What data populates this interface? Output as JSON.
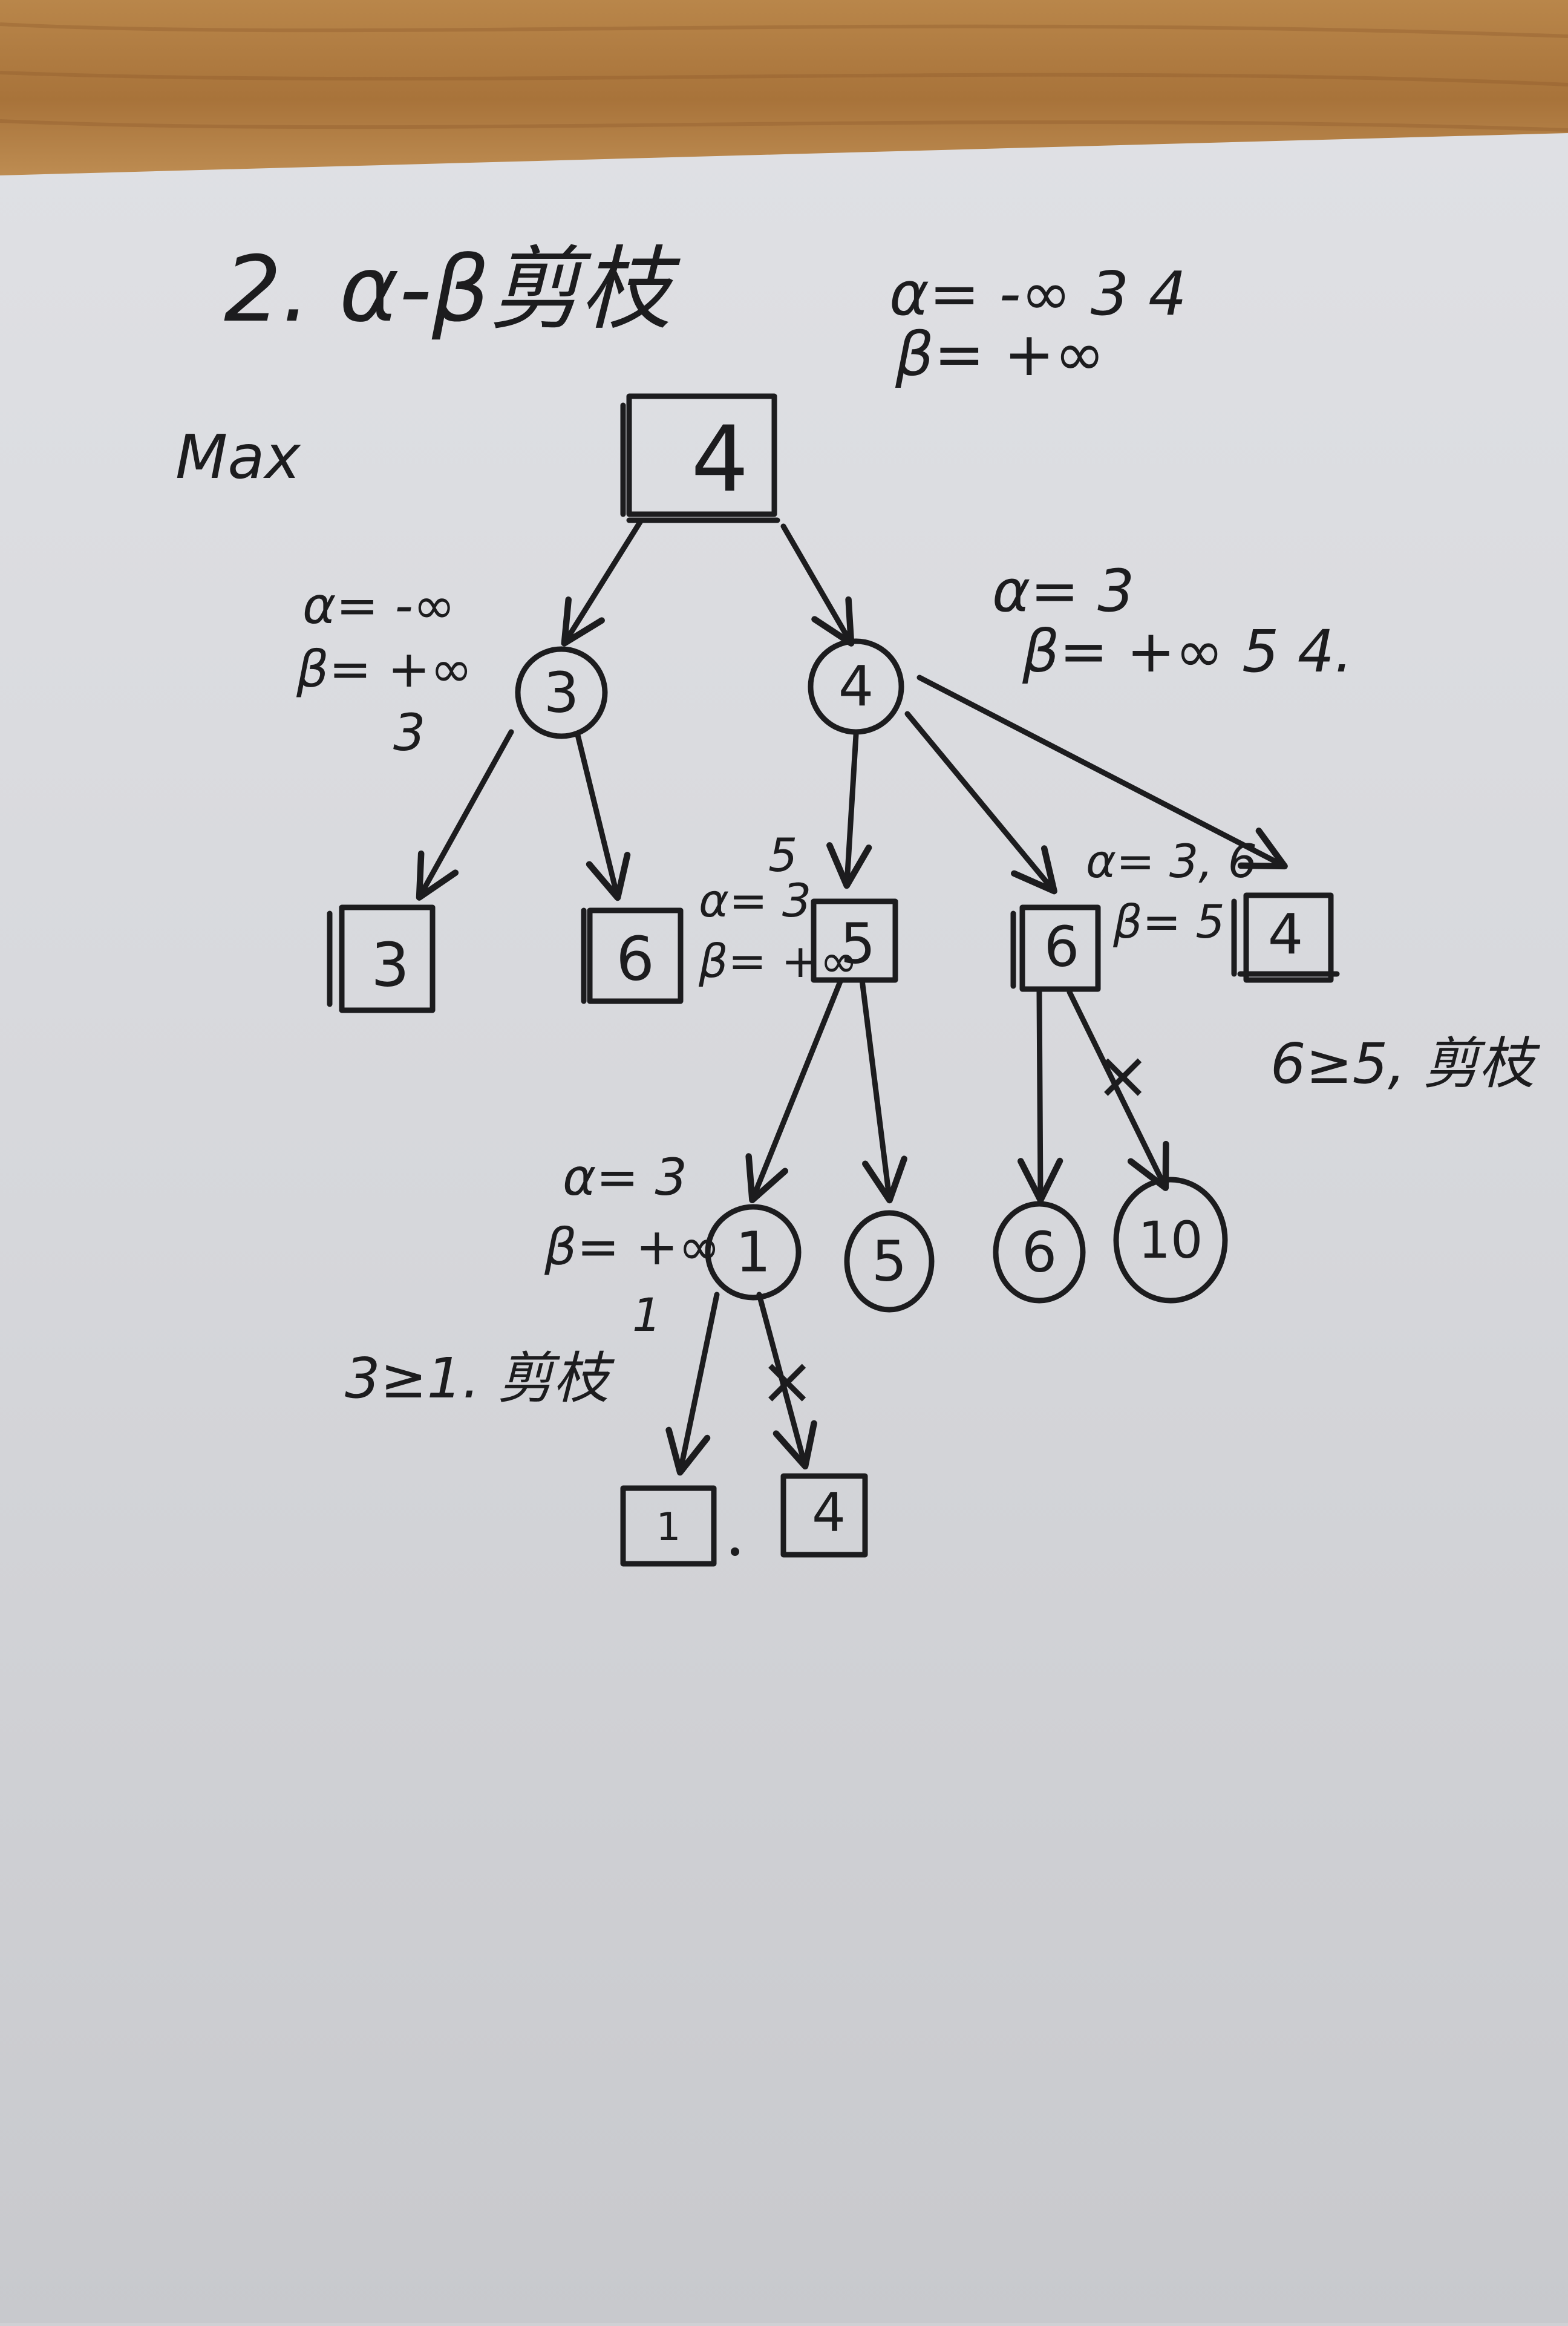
{
  "title": "2. α-β剪枝",
  "level_label": "Max",
  "root_annotation": {
    "alpha": "α= -∞ 3 4",
    "beta": "β= +∞"
  },
  "nodes": {
    "root": "4",
    "left_min": "3",
    "right_min": "4",
    "leaf_a": "3",
    "leaf_b": "6",
    "max_5": "5",
    "max_6": "6",
    "leaf_4": "4",
    "min_1": "1",
    "leaf_5": "5",
    "leaf_6": "6",
    "leaf_10": "10",
    "leaf_1": "1",
    "leaf_4b": "4"
  },
  "annotations": {
    "left_min": {
      "alpha": "α= -∞",
      "beta": "β= +∞",
      "value": "3"
    },
    "right_min": {
      "alpha": "α= 3",
      "beta": "β= +∞ 5 4."
    },
    "max_5": {
      "top": "5",
      "alpha": "α= 3",
      "beta": "β= +∞"
    },
    "max_6": {
      "alpha": "α= 3, 6",
      "beta": "β= 5"
    },
    "min_1": {
      "alpha": "α= 3",
      "beta": "β= +∞",
      "value": "1"
    },
    "prune_right": "6≥5, 剪枝",
    "prune_left": "3≥1. 剪枝",
    "cut_mark": "×"
  }
}
